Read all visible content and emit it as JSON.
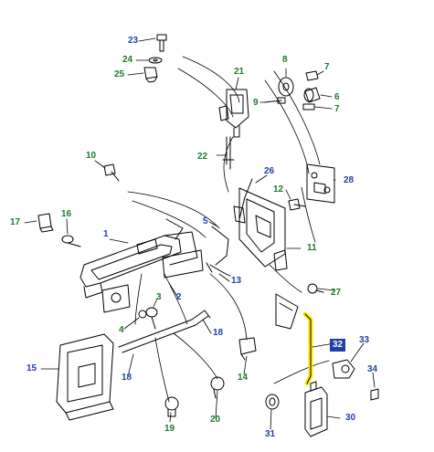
{
  "colors": {
    "blue_label": "#1f3fa8",
    "green_label": "#1c7a2c",
    "highlight": "#ffeb00",
    "line": "#000000"
  },
  "callouts": {
    "c1": "1",
    "c2": "2",
    "c3": "3",
    "c4": "4",
    "c5": "5",
    "c6": "6",
    "c7a": "7",
    "c7b": "7",
    "c8": "8",
    "c9": "9",
    "c10": "10",
    "c11": "11",
    "c12": "12",
    "c13": "13",
    "c14": "14",
    "c15": "15",
    "c16": "16",
    "c17": "17",
    "c18a": "18",
    "c18b": "18",
    "c19": "19",
    "c20": "20",
    "c21": "21",
    "c22": "22",
    "c23": "23",
    "c24": "24",
    "c25": "25",
    "c26": "26",
    "c27": "27",
    "c28": "28",
    "c30": "30",
    "c31": "31",
    "c32": "32",
    "c33": "33",
    "c34": "34"
  }
}
